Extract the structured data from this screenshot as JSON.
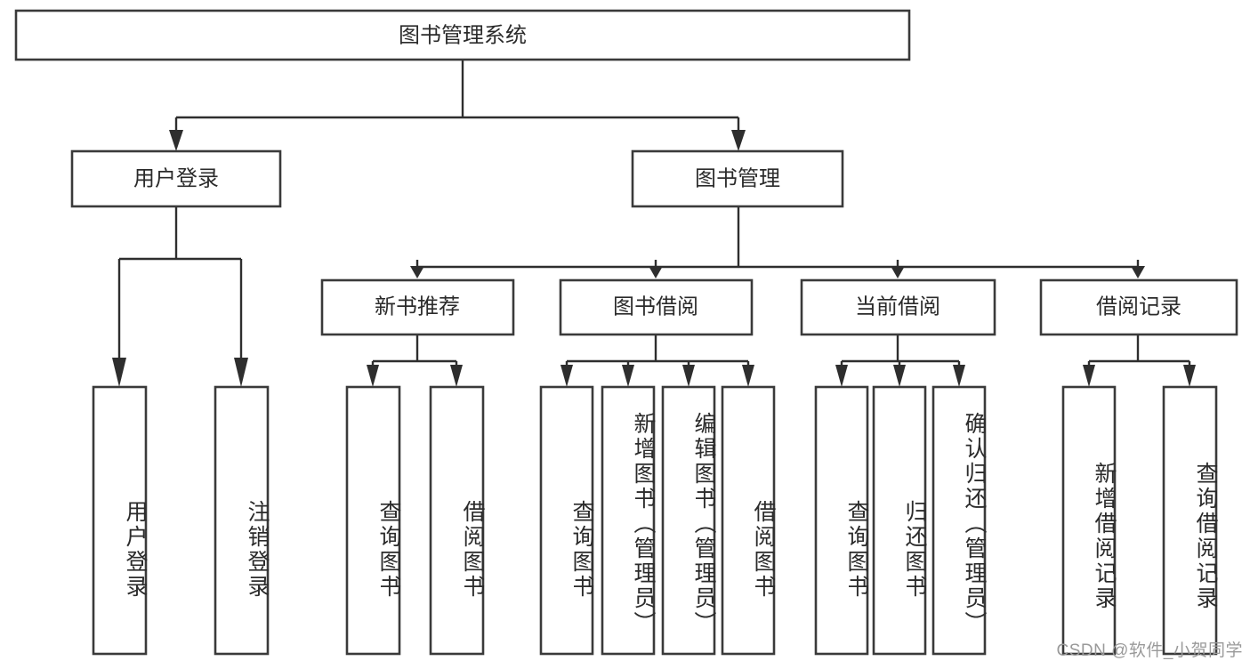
{
  "diagram": {
    "type": "tree-hierarchy",
    "title": "图书管理系统",
    "watermark": "CSDN @软件_小贺同学",
    "colors": {
      "box_stroke": "#3a3a3a",
      "box_fill": "#ffffff",
      "connector": "#2e2e2e",
      "text": "#2b2b2b",
      "watermark": "#9a9a9a",
      "background": "#ffffff"
    },
    "root": {
      "label": "图书管理系统"
    },
    "level2": [
      {
        "label": "用户登录"
      },
      {
        "label": "图书管理"
      }
    ],
    "level3": [
      {
        "label": "新书推荐"
      },
      {
        "label": "图书借阅"
      },
      {
        "label": "当前借阅"
      },
      {
        "label": "借阅记录"
      }
    ],
    "leaves": {
      "user_login": [
        {
          "label": "用户登录"
        },
        {
          "label": "注销登录"
        }
      ],
      "new_book_recommend": [
        {
          "label": "查询图书"
        },
        {
          "label": "借阅图书"
        }
      ],
      "book_borrow": [
        {
          "label": "查询图书"
        },
        {
          "label": "新增图书（管理员）"
        },
        {
          "label": "编辑图书（管理员）"
        },
        {
          "label": "借阅图书"
        }
      ],
      "current_borrow": [
        {
          "label": "查询图书"
        },
        {
          "label": "归还图书"
        },
        {
          "label": "确认归还（管理员）"
        }
      ],
      "borrow_record": [
        {
          "label": "新增借阅记录"
        },
        {
          "label": "查询借阅记录"
        }
      ]
    }
  }
}
